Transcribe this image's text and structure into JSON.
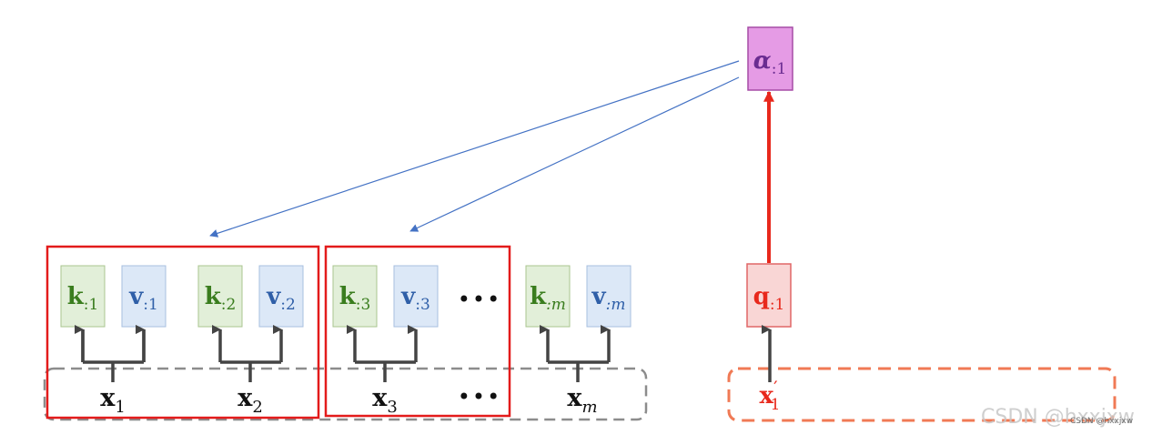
{
  "keys": [
    {
      "main": "k",
      "sub": ":1"
    },
    {
      "main": "k",
      "sub": ":2"
    },
    {
      "main": "k",
      "sub": ":3"
    },
    {
      "main": "k",
      "sub": ":m"
    }
  ],
  "values": [
    {
      "main": "v",
      "sub": ":1"
    },
    {
      "main": "v",
      "sub": ":2"
    },
    {
      "main": "v",
      "sub": ":3"
    },
    {
      "main": "v",
      "sub": ":m"
    }
  ],
  "inputs": [
    {
      "main": "x",
      "sub": "1"
    },
    {
      "main": "x",
      "sub": "2"
    },
    {
      "main": "x",
      "sub": "3"
    },
    {
      "main": "x",
      "sub": "m"
    }
  ],
  "ellipsis": "•••",
  "query": {
    "main": "q",
    "sub": ":1"
  },
  "query_input": {
    "main": "x",
    "sup": "′",
    "sub": "1"
  },
  "alpha": {
    "main": "α",
    "sub": ":1"
  },
  "watermark": "CSDN @hxxjxw",
  "watermark_small": "CSDN @hxxjxw",
  "colors": {
    "key_fill": "#e2efd9",
    "key_stroke": "#a9c48f",
    "key_text": "#3a7d1e",
    "value_fill": "#dce8f7",
    "value_stroke": "#a7bfdf",
    "value_text": "#2f5fa8",
    "query_fill": "#f9d6d5",
    "query_stroke": "#e06666",
    "query_text": "#e8281c",
    "alpha_fill": "#e59be5",
    "alpha_stroke": "#a64ca6",
    "alpha_text": "#6a2c91",
    "red_box": "#e31b1b",
    "gray_dash": "#8c8c8c",
    "orange_dash": "#f07a55",
    "blue_arrow": "#4472c4",
    "red_arrow": "#e8281c",
    "dark_arrow": "#444444"
  }
}
